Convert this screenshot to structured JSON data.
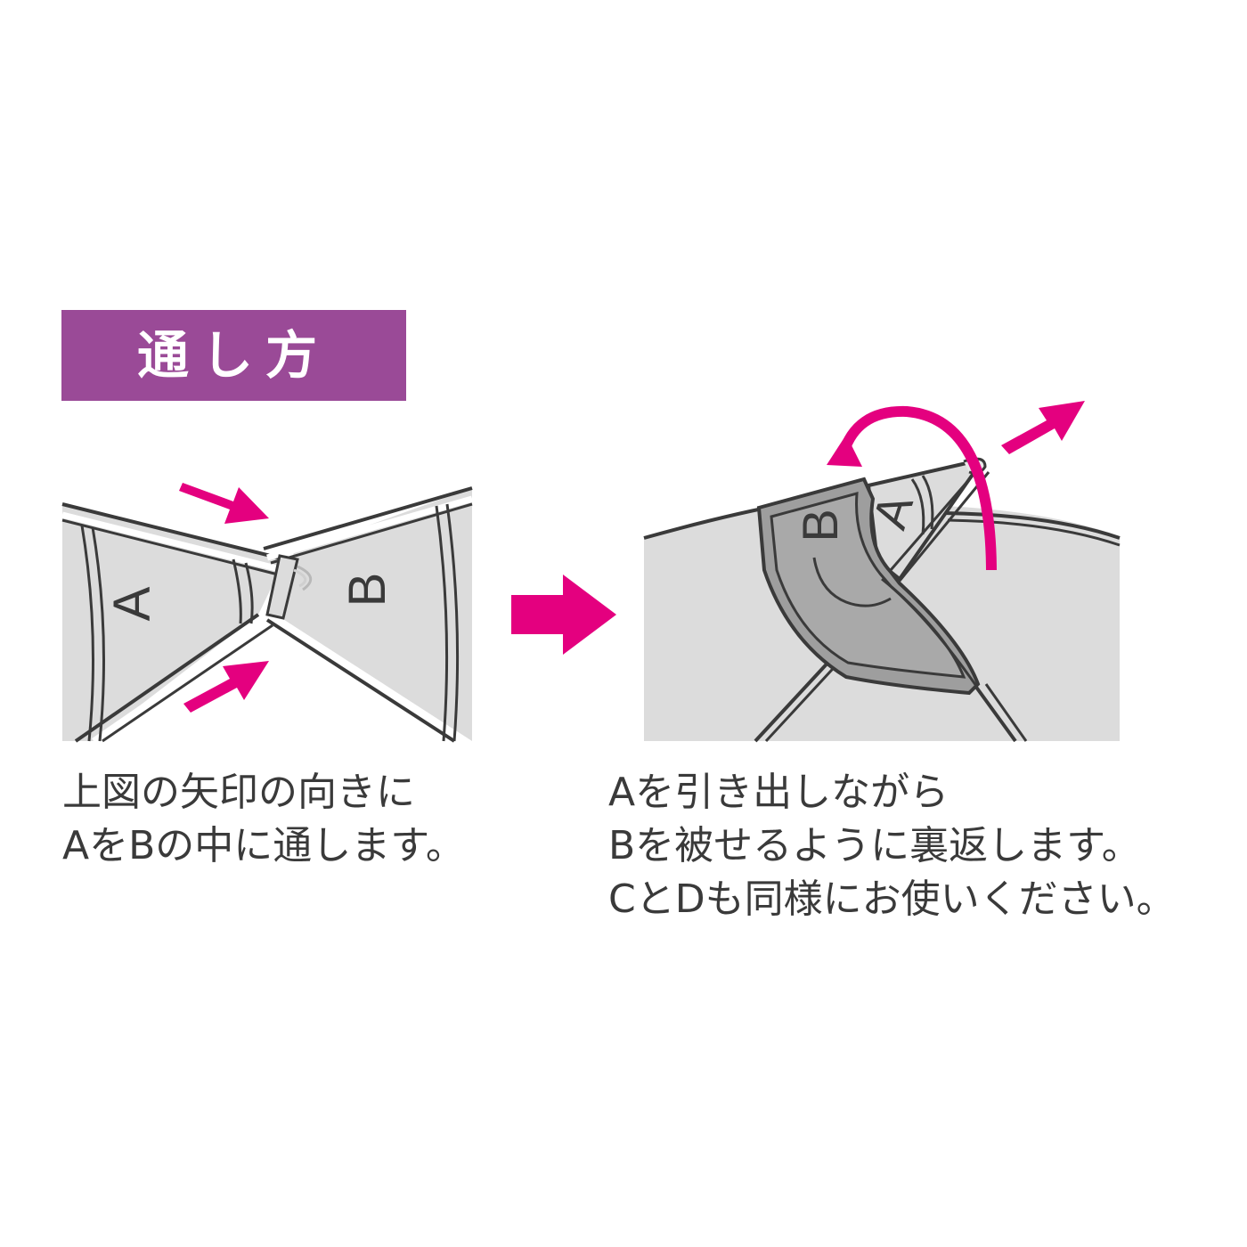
{
  "title": "通し方",
  "step1": {
    "label_a": "A",
    "label_b": "B",
    "caption": [
      "上図の矢印の向きに",
      "AをBの中に通します。"
    ]
  },
  "step2": {
    "label_a": "A",
    "label_b": "B",
    "caption": [
      "Aを引き出しながら",
      "Bを被せるように裏返します。",
      "CとDも同様にお使いください。"
    ]
  },
  "colors": {
    "title_bg": "#9a4a97",
    "arrow": "#e4007f",
    "fabric": "#dcdcdc",
    "fabric_dark": "#9e9e9e",
    "outline": "#3a3a3a"
  }
}
